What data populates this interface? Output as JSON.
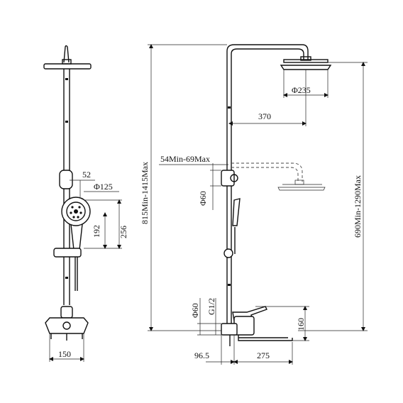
{
  "colors": {
    "line": "#111111",
    "background": "#ffffff"
  },
  "front_view": {
    "dim_handset_offset": "52",
    "dim_handset_diameter": "Φ125",
    "dim_slide_height": "256",
    "dim_holder_height": "192",
    "dim_mixer_width": "150"
  },
  "side_view": {
    "dim_overall_height": "815Min-1415Max",
    "dim_head_diameter": "Φ235",
    "dim_arm_length": "370",
    "dim_arm_adjust": "54Min-69Max",
    "dim_pipe_diameter": "Φ60",
    "dim_shower_height": "690Min-1290Max",
    "dim_outlet_diameter": "Φ60",
    "dim_thread": "G1/2",
    "dim_spout_height": "160",
    "dim_wall_offset": "96.5",
    "dim_spout_length": "275"
  }
}
